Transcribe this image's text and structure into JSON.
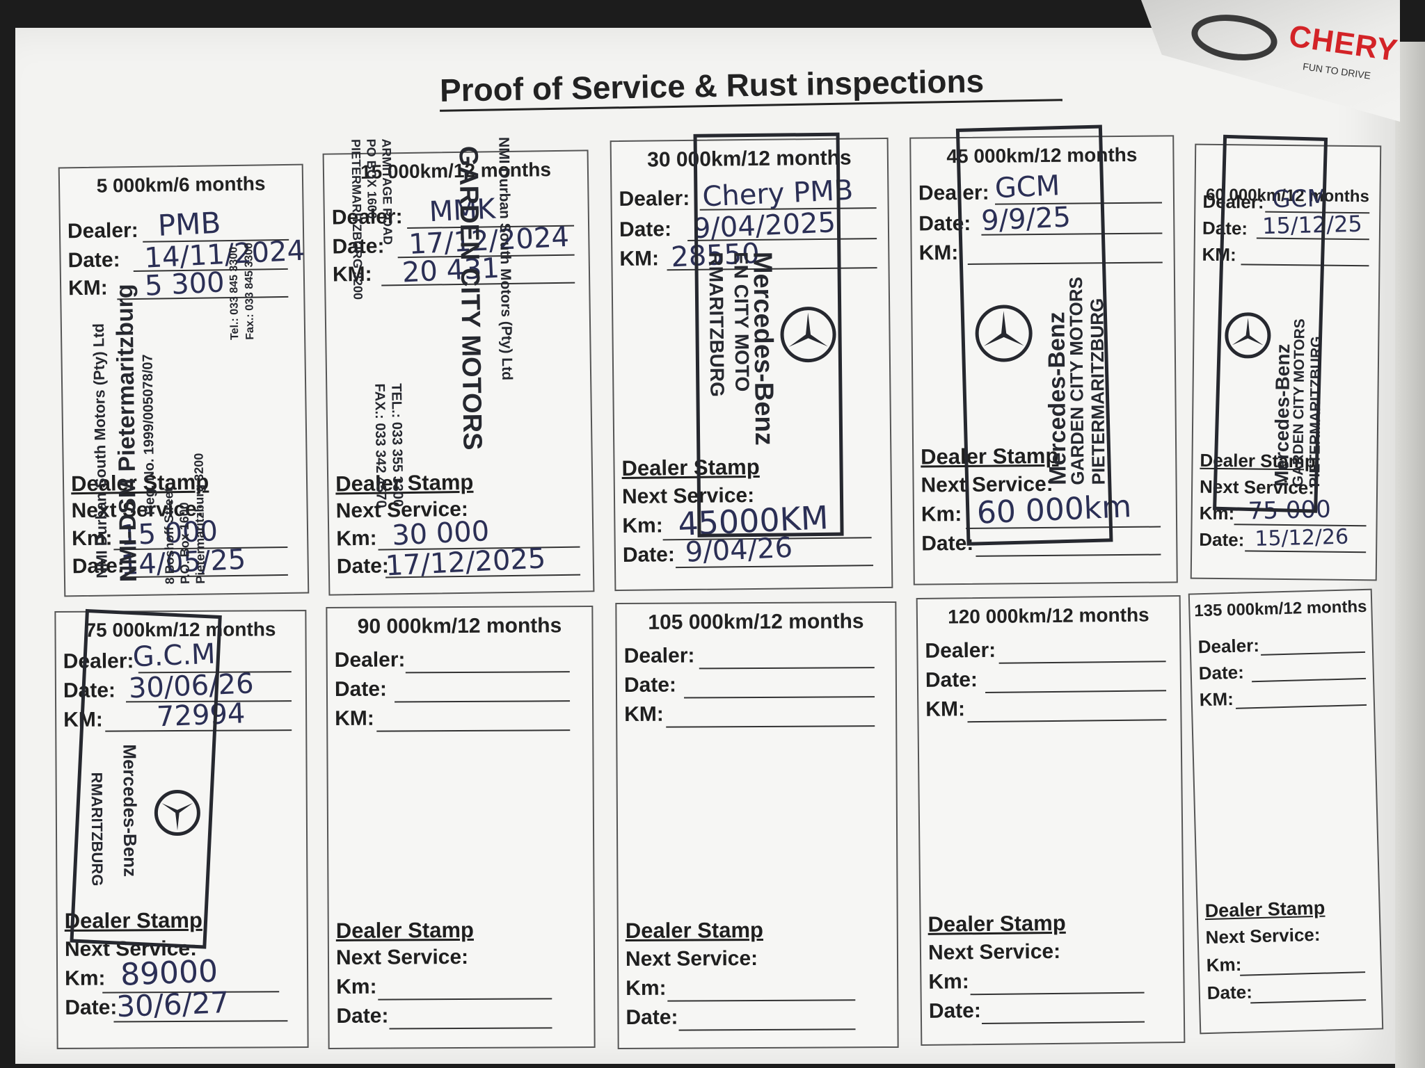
{
  "brand": {
    "name": "CHERY",
    "tagline": "FUN TO DRIVE",
    "accent": "#d32327"
  },
  "title": "Proof of Service & Rust inspections",
  "labels": {
    "dealer": "Dealer:",
    "date": "Date:",
    "km": "KM:",
    "dealer_stamp": "Dealer Stamp",
    "next_service": "Next Service:",
    "next_km": "Km:",
    "next_date": "Date:"
  },
  "services": [
    {
      "interval": "5 000km/6 months",
      "dealer": "PMB",
      "date": "14/11/2024",
      "km": "5 300",
      "next_km": "15 000",
      "next_date": "14/05/25"
    },
    {
      "interval": "15 000km/12 months",
      "dealer": "MMK",
      "date": "17/12/2024",
      "km": "20 431",
      "next_km": "30 000",
      "next_date": "17/12/2025"
    },
    {
      "interval": "30 000km/12 months",
      "dealer": "Chery PMB",
      "date": "9/04/2025",
      "km": "28550",
      "next_km": "45000KM",
      "next_date": "9/04/26"
    },
    {
      "interval": "45 000km/12 months",
      "dealer": "GCM",
      "date": "9/9/25",
      "km": "",
      "next_km": "60 000km",
      "next_date": ""
    },
    {
      "interval": "60 000km/12 months",
      "dealer": "GCM",
      "date": "15/12/25",
      "km": "",
      "next_km": "75 000",
      "next_date": "15/12/26"
    },
    {
      "interval": "75 000km/12 months",
      "dealer": "G.C.M",
      "date": "30/06/26",
      "km": "72994",
      "next_km": "89000",
      "next_date": "30/6/27"
    },
    {
      "interval": "90 000km/12 months",
      "dealer": "",
      "date": "",
      "km": "",
      "next_km": "",
      "next_date": ""
    },
    {
      "interval": "105 000km/12 months",
      "dealer": "",
      "date": "",
      "km": "",
      "next_km": "",
      "next_date": ""
    },
    {
      "interval": "120 000km/12 months",
      "dealer": "",
      "date": "",
      "km": "",
      "next_km": "",
      "next_date": ""
    },
    {
      "interval": "135 000km/12 months",
      "dealer": "",
      "date": "",
      "km": "",
      "next_km": "",
      "next_date": ""
    }
  ],
  "stamps": {
    "nmi_name": "NMI Durban South Motors (Pty) Ltd",
    "nmi_branch": "NMI-DSM Pietermaritzburg",
    "nmi_reg": "Reg. No. 1999/005078/07",
    "nmi_addr1": "8 Boshoff Street",
    "nmi_addr2": "P.O. Box 1600",
    "nmi_addr3": "Pietermaritzburg 3200",
    "nmi_tel": "Tel.: 033 845 3300",
    "nmi_fax": "Fax.: 033 845 3300",
    "gcm_company": "NMI Durban South Motors (Pty) Ltd",
    "gcm_name": "GARDEN CITY MOTORS",
    "gcm_addr1": "ARMITAGE ROAD",
    "gcm_addr2": "PO BOX 1600",
    "gcm_addr3": "PIETERMARITZBURG 3200",
    "gcm_tel": "TEL.: 033 355 3300",
    "gcm_fax": "FAX.: 033 342 4570",
    "mb_brand": "Mercedes-Benz",
    "mb_dealer": "GARDEN CITY MOTORS",
    "mb_city": "PIETERMARITZBURG",
    "mb_city_partial": "RMARITZBURG",
    "mb_dealer_partial": "EN CITY MOTO"
  }
}
